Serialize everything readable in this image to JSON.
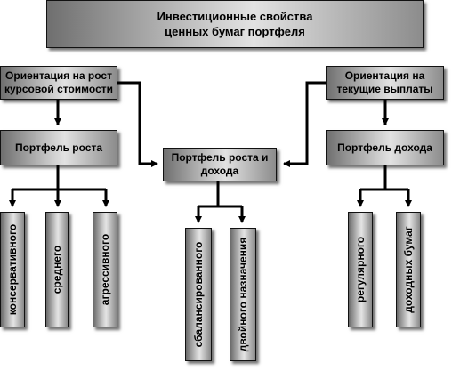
{
  "title": {
    "line1": "Инвестиционные свойства",
    "line2": "ценных бумаг портфеля"
  },
  "orientation_left": {
    "line1": "Ориентация на рост",
    "line2": "курсовой стоимости"
  },
  "orientation_right": {
    "line1": "Ориентация на",
    "line2": "текущие выплаты"
  },
  "portfolio_growth": "Портфель роста",
  "portfolio_growth_income": {
    "line1": "Портфель роста и",
    "line2": "дохода"
  },
  "portfolio_income": "Портфель дохода",
  "growth_types": [
    "консервативного",
    "среднего",
    "агрессивного"
  ],
  "growth_income_types": [
    "сбалансированного",
    "двойного назначения"
  ],
  "income_types": [
    "регулярного",
    "доходных бумаг"
  ]
}
